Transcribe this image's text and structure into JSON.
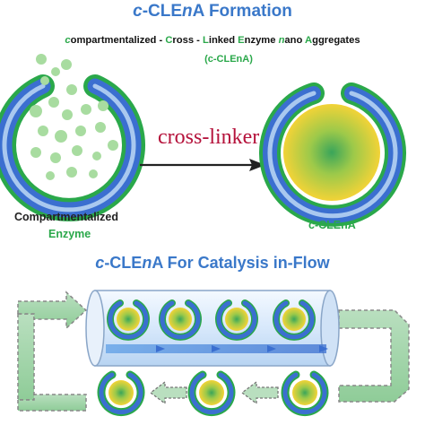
{
  "title_top": {
    "prefix": "c",
    "main": "-CLE",
    "italic": "n",
    "suffix": "A Formation"
  },
  "subtitle": {
    "c": "c",
    "w1": "ompartmentalized - ",
    "C": "C",
    "w2": "ross - ",
    "L": "L",
    "w3": "inked ",
    "E": "E",
    "w4": "nzyme ",
    "n": "n",
    "w5": "ano ",
    "A": "A",
    "w6": "ggregates"
  },
  "subtitle_abbr": "(c-CLEnA)",
  "crosslinker_label": "cross-linker",
  "left_label": {
    "line1": "Compartmentalized",
    "line2": "Enzyme"
  },
  "right_label": "c-CLEnA",
  "title_bottom": {
    "prefix": "c",
    "main": "-CLE",
    "italic": "n",
    "suffix": "A For Catalysis in-Flow"
  },
  "colors": {
    "title_blue": "#3a78c9",
    "shell_green": "#2aa84a",
    "shell_blue": "#3b6fd0",
    "shell_light": "#a9c8ef",
    "core_yellow": "#f2d337",
    "core_green": "#3aa55a",
    "crosslinker_red": "#b5123b",
    "enzyme_dot": "#a8dca0"
  }
}
